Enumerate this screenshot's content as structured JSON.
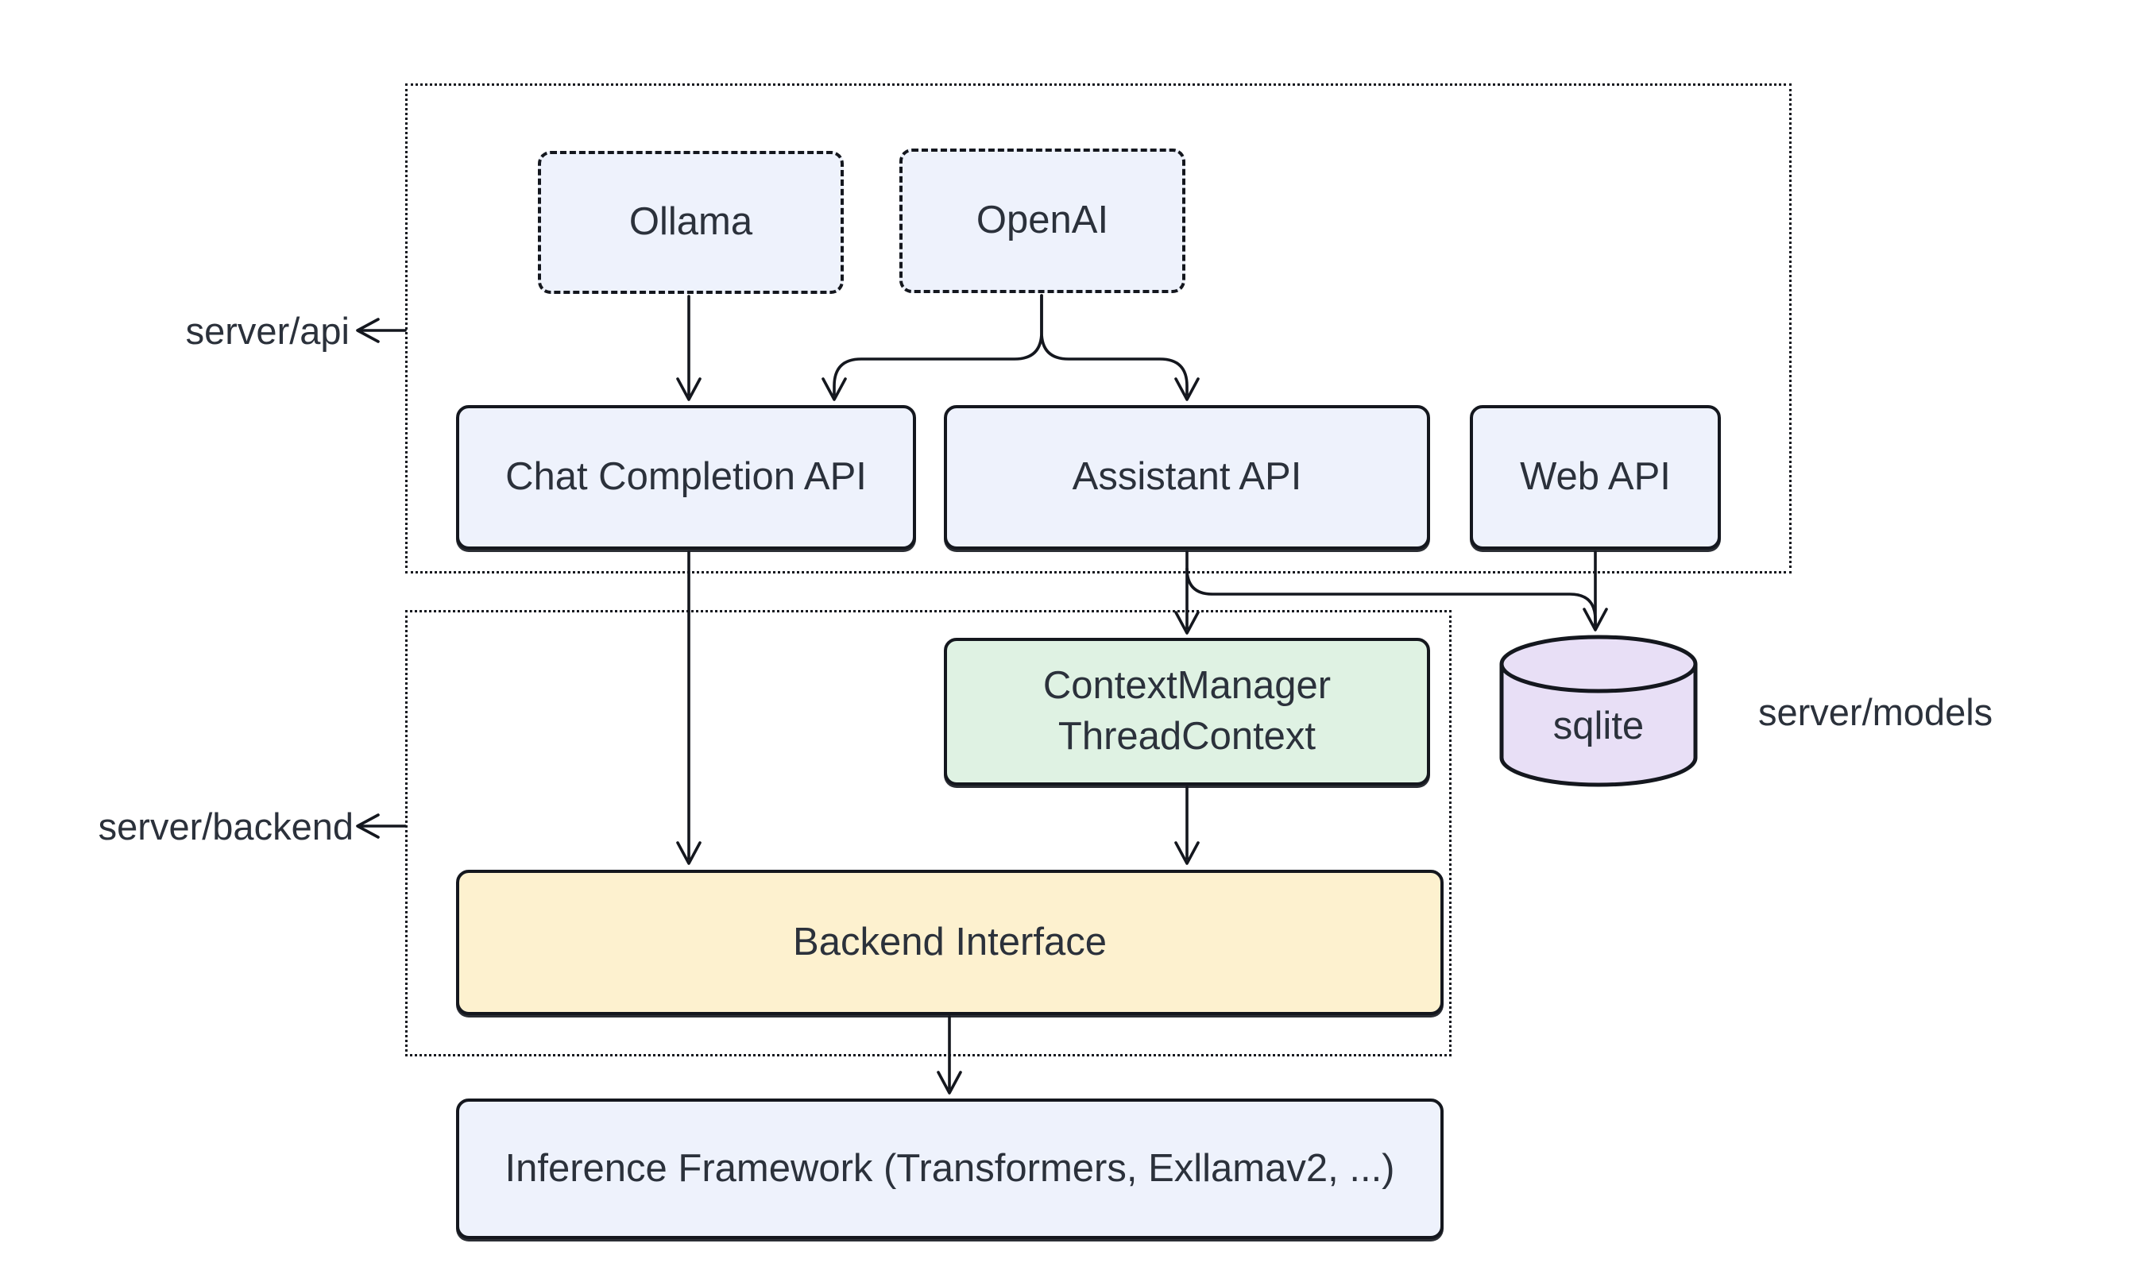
{
  "diagram": {
    "kind": "architecture-flowchart",
    "background": "#ffffff"
  },
  "colors": {
    "ink": "#14171e",
    "text": "#2b313b",
    "node-blue": "#eef2fc",
    "node-green": "#dff2e3",
    "node-yellow": "#fdf1cf",
    "node-purple": "#e8dff6",
    "canvas-bg": "#ffffff"
  },
  "group_labels": {
    "server_api": "server/api",
    "server_backend": "server/backend",
    "server_models": "server/models"
  },
  "nodes": {
    "ollama": "Ollama",
    "openai": "OpenAI",
    "chat_completion": "Chat Completion API",
    "assistant": "Assistant API",
    "web_api": "Web API",
    "context_manager": "ContextManager\nThreadContext",
    "sqlite": "sqlite",
    "backend_interface": "Backend Interface",
    "inference_framework": "Inference Framework (Transformers, Exllamav2, ...)"
  },
  "edges": [
    {
      "from": "Ollama",
      "to": "Chat Completion API"
    },
    {
      "from": "OpenAI",
      "to": "Chat Completion API"
    },
    {
      "from": "OpenAI",
      "to": "Assistant API"
    },
    {
      "from": "Chat Completion API",
      "to": "Backend Interface"
    },
    {
      "from": "Assistant API",
      "to": "ContextManager ThreadContext"
    },
    {
      "from": "Assistant API",
      "to": "sqlite"
    },
    {
      "from": "Web API",
      "to": "sqlite"
    },
    {
      "from": "ContextManager ThreadContext",
      "to": "Backend Interface"
    },
    {
      "from": "Backend Interface",
      "to": "Inference Framework (Transformers, Exllamav2, ...)"
    }
  ]
}
